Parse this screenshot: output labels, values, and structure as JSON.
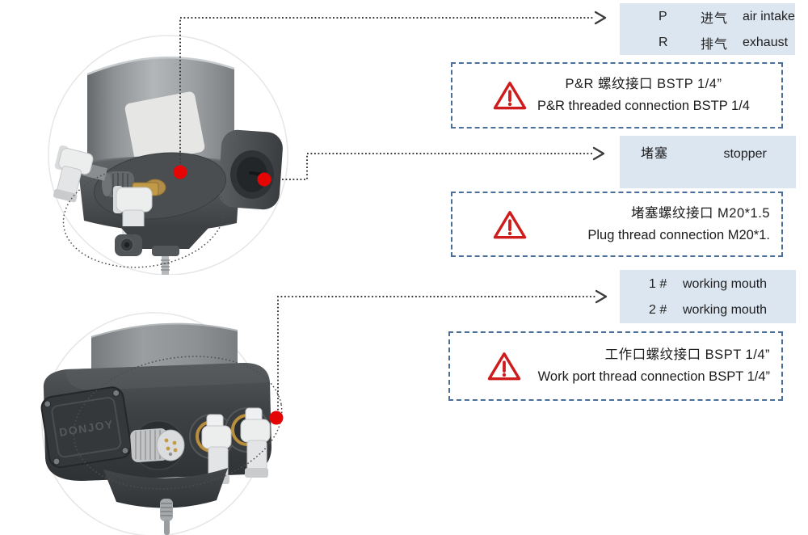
{
  "intake_exhaust_box": {
    "rows": [
      {
        "code": "P",
        "zh": "进气",
        "en": "air intake"
      },
      {
        "code": "R",
        "zh": "排气",
        "en": "exhaust"
      }
    ]
  },
  "pr_warning": {
    "line_zh": "P&R 螺纹接口 BSTP 1/4”",
    "line_en": "P&R threaded connection BSTP 1/4"
  },
  "stopper_box": {
    "zh": "堵塞",
    "en": "stopper"
  },
  "plug_warning": {
    "line_zh": "堵塞螺纹接口 M20*1.5",
    "line_en": "Plug thread connection M20*1."
  },
  "working_box": {
    "rows": [
      {
        "num": "1 #",
        "label": "working mouth"
      },
      {
        "num": "2 #",
        "label": "working mouth"
      }
    ]
  },
  "work_warning": {
    "line_zh": "工作口螺纹接口 BSPT 1/4”",
    "line_en": "Work port thread connection BSPT 1/4”"
  },
  "device": {
    "brand": "DONJOY"
  },
  "colors": {
    "label_box_bg": "#dce6f1",
    "dashed_border": "#4a6f9b",
    "warning_red": "#ce1c1c",
    "marker_red": "#e60505",
    "leader_line": "#3a3a3a"
  }
}
